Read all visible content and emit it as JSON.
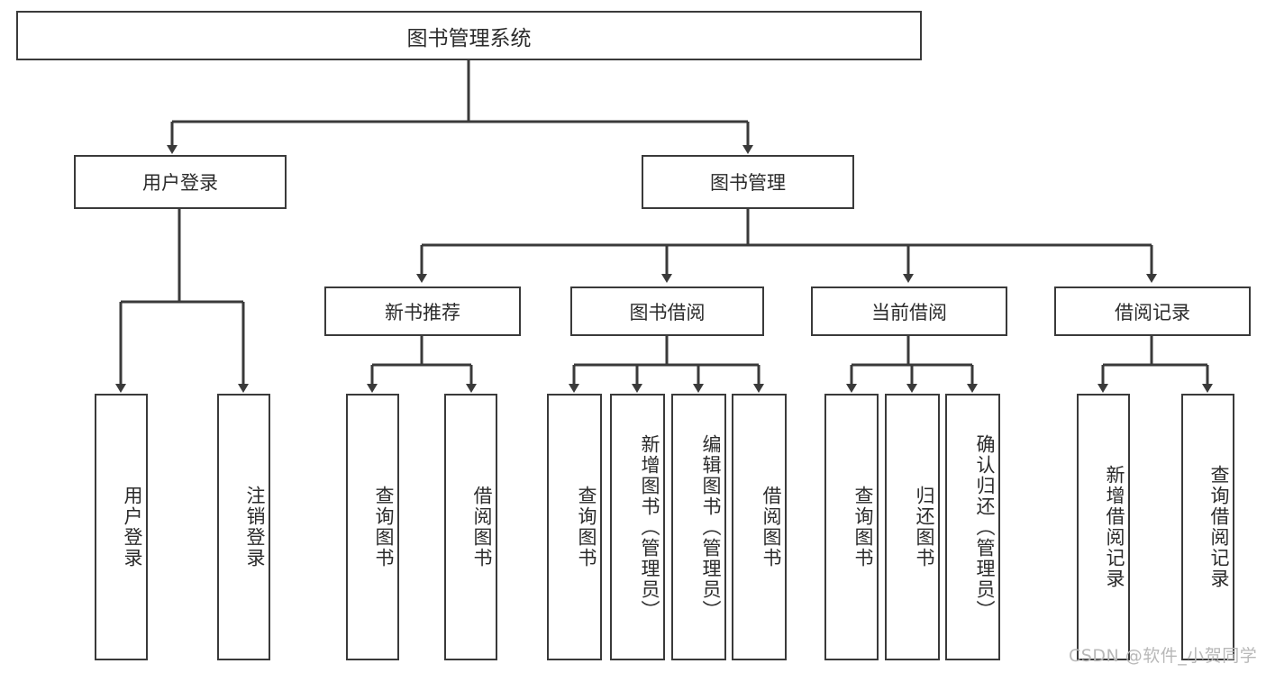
{
  "diagram": {
    "title": "图书管理系统",
    "root": {
      "label": "图书管理系统"
    },
    "level1": [
      {
        "label": "用户登录"
      },
      {
        "label": "图书管理"
      }
    ],
    "level2": [
      {
        "label": "新书推荐"
      },
      {
        "label": "图书借阅"
      },
      {
        "label": "当前借阅"
      },
      {
        "label": "借阅记录"
      }
    ],
    "leaves": {
      "user_login": [
        {
          "label": "用户登录"
        },
        {
          "label": "注销登录"
        }
      ],
      "new_book_recommend": [
        {
          "label": "查询图书"
        },
        {
          "label": "借阅图书"
        }
      ],
      "book_borrow": [
        {
          "label": "查询图书"
        },
        {
          "label": "新增图书（管理员）"
        },
        {
          "label": "编辑图书（管理员）"
        },
        {
          "label": "借阅图书"
        }
      ],
      "current_borrow": [
        {
          "label": "查询图书"
        },
        {
          "label": "归还图书"
        },
        {
          "label": "确认归还（管理员）"
        }
      ],
      "borrow_record": [
        {
          "label": "新增借阅记录"
        },
        {
          "label": "查询借阅记录"
        }
      ]
    }
  },
  "watermark": {
    "text": "CSDN @软件_小贺同学"
  },
  "colors": {
    "stroke": "#3a3a3a",
    "text": "#2b2b2b",
    "background": "#ffffff",
    "watermark": "#b8b8b8"
  }
}
